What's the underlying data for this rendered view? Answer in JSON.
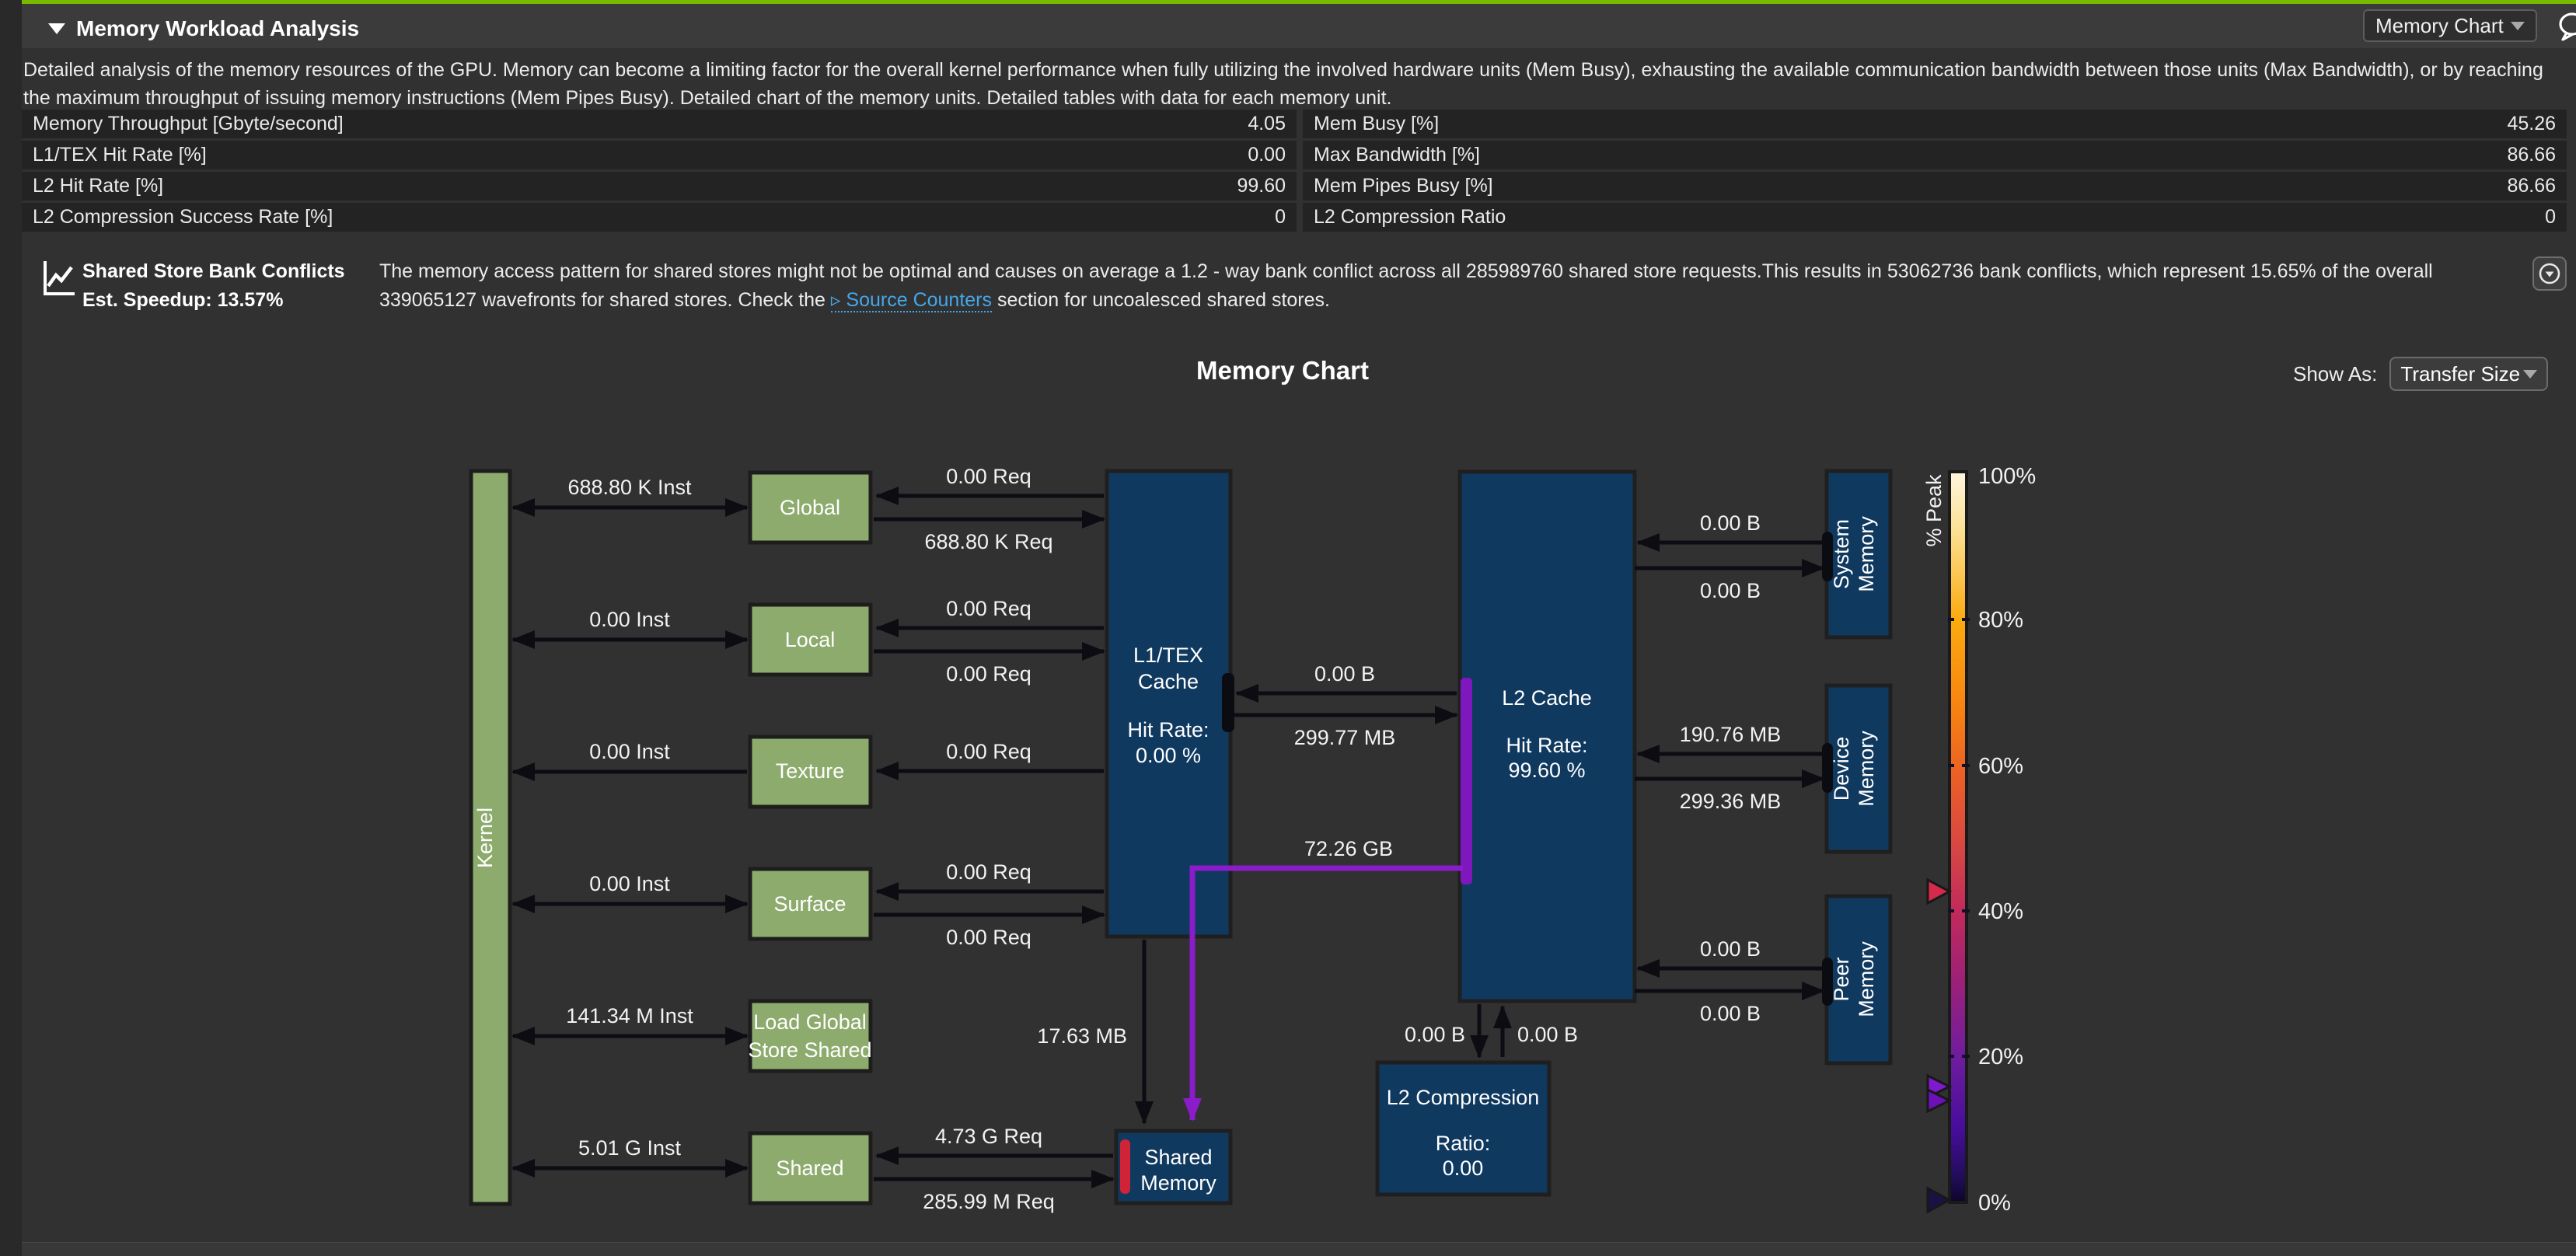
{
  "header": {
    "title": "Memory Workload Analysis",
    "view_selector": "Memory Chart"
  },
  "description": "Detailed analysis of the memory resources of the GPU. Memory can become a limiting factor for the overall kernel performance when fully utilizing the involved hardware units (Mem Busy), exhausting the available communication bandwidth between those units (Max Bandwidth), or by reaching the maximum throughput of issuing memory instructions (Mem Pipes Busy). Detailed chart of the memory units. Detailed tables with data for each memory unit.",
  "table": {
    "left": [
      {
        "label": "Memory Throughput [Gbyte/second]",
        "value": "4.05"
      },
      {
        "label": "L1/TEX Hit Rate [%]",
        "value": "0.00"
      },
      {
        "label": "L2 Hit Rate [%]",
        "value": "99.60"
      },
      {
        "label": "L2 Compression Success Rate [%]",
        "value": "0"
      }
    ],
    "right": [
      {
        "label": "Mem Busy [%]",
        "value": "45.26"
      },
      {
        "label": "Max Bandwidth [%]",
        "value": "86.66"
      },
      {
        "label": "Mem Pipes Busy [%]",
        "value": "86.66"
      },
      {
        "label": "L2 Compression Ratio",
        "value": "0"
      }
    ]
  },
  "advisory": {
    "title_line1": "Shared Store Bank Conflicts",
    "title_line2": "Est. Speedup: 13.57%",
    "body_before": "The memory access pattern for shared stores might not be optimal and causes on average a 1.2 - way bank conflict across all 285989760 shared store requests.This results in 53062736 bank conflicts, which represent 15.65% of the overall 339065127 wavefronts for shared stores. Check the ",
    "link_glyph": "▹ ",
    "link_text": "Source Counters",
    "body_after": " section for uncoalesced shared stores."
  },
  "chart": {
    "title": "Memory Chart",
    "show_as_label": "Show As:",
    "show_as_value": "Transfer Size",
    "nodes": {
      "kernel": "Kernel",
      "global": "Global",
      "local": "Local",
      "texture": "Texture",
      "surface": "Surface",
      "lgss_line1": "Load Global",
      "lgss_line2": "Store Shared",
      "shared": "Shared",
      "l1_line1": "L1/TEX",
      "l1_line2": "Cache",
      "l1_hit_label": "Hit Rate:",
      "l1_hit_value": "0.00 %",
      "l2_name": "L2 Cache",
      "l2_hit_label": "Hit Rate:",
      "l2_hit_value": "99.60 %",
      "sysmem_line1": "System",
      "sysmem_line2": "Memory",
      "devmem_line1": "Device",
      "devmem_line2": "Memory",
      "peermem_line1": "Peer",
      "peermem_line2": "Memory",
      "l2comp_name": "L2 Compression",
      "l2comp_ratio_label": "Ratio:",
      "l2comp_ratio_value": "0.00",
      "sharedmem_line1": "Shared",
      "sharedmem_line2": "Memory"
    },
    "edges": {
      "global_inst": "688.80 K Inst",
      "local_inst": "0.00 Inst",
      "texture_inst": "0.00 Inst",
      "surface_inst": "0.00 Inst",
      "lgss_inst": "141.34 M Inst",
      "shared_inst": "5.01 G Inst",
      "global_req_in": "0.00 Req",
      "global_req_out": "688.80 K Req",
      "local_req_in": "0.00 Req",
      "local_req_out": "0.00 Req",
      "texture_req": "0.00 Req",
      "surface_req_in": "0.00 Req",
      "surface_req_out": "0.00 Req",
      "shared_req_in": "4.73 G Req",
      "shared_req_out": "285.99 M Req",
      "l1_l2_read": "0.00 B",
      "l1_l2_write": "299.77 MB",
      "l1_l2_bulk": "72.26 GB",
      "l1_sharedmem": "17.63 MB",
      "sys_in": "0.00 B",
      "sys_out": "0.00 B",
      "dev_in": "190.76 MB",
      "dev_out": "299.36 MB",
      "peer_in": "0.00 B",
      "peer_out": "0.00 B",
      "comp_down": "0.00 B",
      "comp_up": "0.00 B"
    },
    "scale": {
      "label": "% Peak",
      "ticks": [
        "100%",
        "80%",
        "60%",
        "40%",
        "20%",
        "0%"
      ]
    }
  },
  "colors": {
    "accent_green": "#76b900",
    "node_green": "#8cab6c",
    "node_blue": "#10395f",
    "arrow_black": "#0c0c12",
    "flow_purple": "#8b1cc9",
    "marker_red": "#d42a4c",
    "link_blue": "#45a7e8"
  }
}
